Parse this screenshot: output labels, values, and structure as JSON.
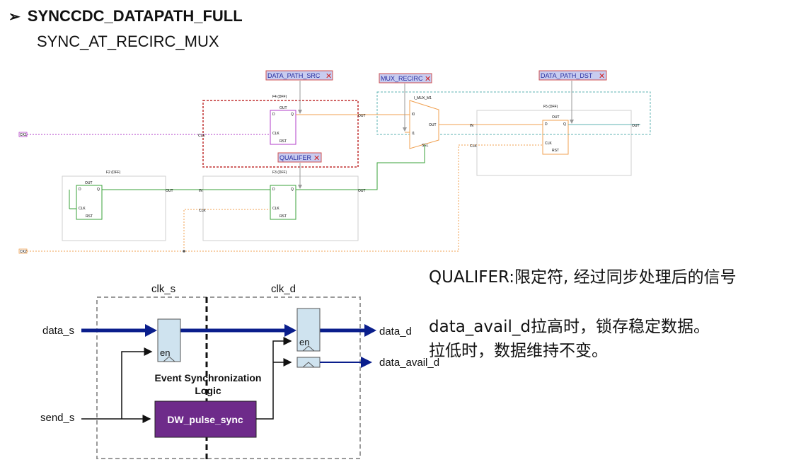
{
  "heading": {
    "bullet": "➢",
    "title": "SYNCCDC_DATAPATH_FULL",
    "subtitle": "SYNC_AT_RECIRC_MUX"
  },
  "top_diagram": {
    "tags": {
      "data_path_src": "DATA_PATH_SRC",
      "mux_recirc": "MUX_RECIRC",
      "data_path_dst": "DATA_PATH_DST",
      "qualifer": "QUALIFER"
    },
    "blocks": {
      "f4": "F4 (DFF)",
      "f3": "F3 (DFF)",
      "f2": "F2 (DFF)",
      "f5": "F5 (DFF)",
      "mux": "I_MUX_M1"
    },
    "ports": {
      "d": "D",
      "q": "Q",
      "clk": "CLK",
      "rst": "RST",
      "out": "OUT",
      "in": "IN",
      "sel": "SEL",
      "i0": "I0",
      "i1": "I1",
      "ck1": "CK1",
      "ck2": "CK2",
      "clk_in": "CLK"
    }
  },
  "bottom_diagram": {
    "clk_s": "clk_s",
    "clk_d": "clk_d",
    "data_s": "data_s",
    "send_s": "send_s",
    "data_d": "data_d",
    "data_avail_d": "data_avail_d",
    "en1": "en",
    "en2": "en",
    "esl_line1": "Event Synchronization",
    "esl_line2": "Logic",
    "pulse_sync": "DW_pulse_sync"
  },
  "notes": {
    "qualifer": "QUALIFER:限定符, 经过同步处理后的信号",
    "line2": "data_avail_d拉高时，锁存稳定数据。",
    "line3": "拉低时，数据维持不变。"
  },
  "colors": {
    "purple": "#b23cc8",
    "orange": "#f0a050",
    "green": "#3aa03a",
    "teal": "#5fb3b3",
    "red_dashed": "#c03030",
    "tag_bg": "#c8ccf0",
    "tag_border": "#d05050",
    "blue_bus": "#0a1e8c",
    "pulse_fill": "#6e2b8a",
    "ff_fill": "#cfe3ef"
  }
}
